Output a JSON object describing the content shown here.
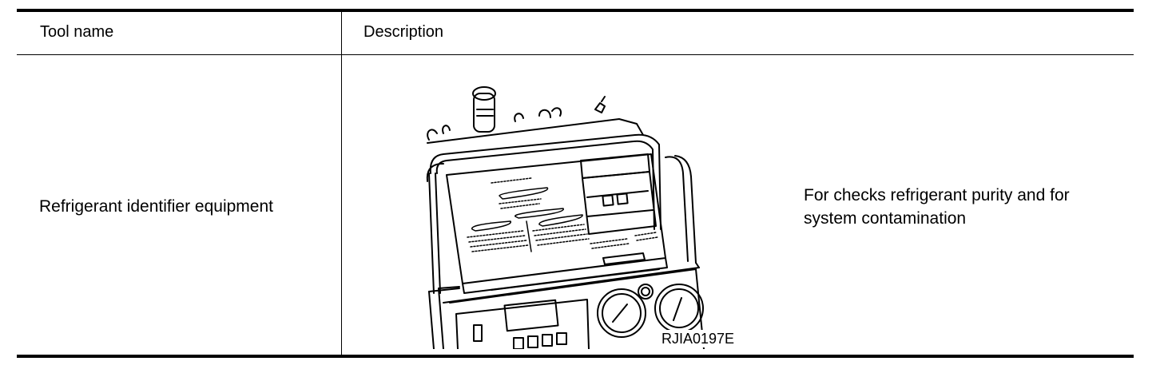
{
  "table": {
    "headers": {
      "tool_name": "Tool name",
      "description": "Description"
    },
    "rows": [
      {
        "tool_name": "Refrigerant identifier equipment",
        "figure_code": "RJIA0197E",
        "description": "For checks refrigerant purity and for system contamination"
      }
    ]
  }
}
